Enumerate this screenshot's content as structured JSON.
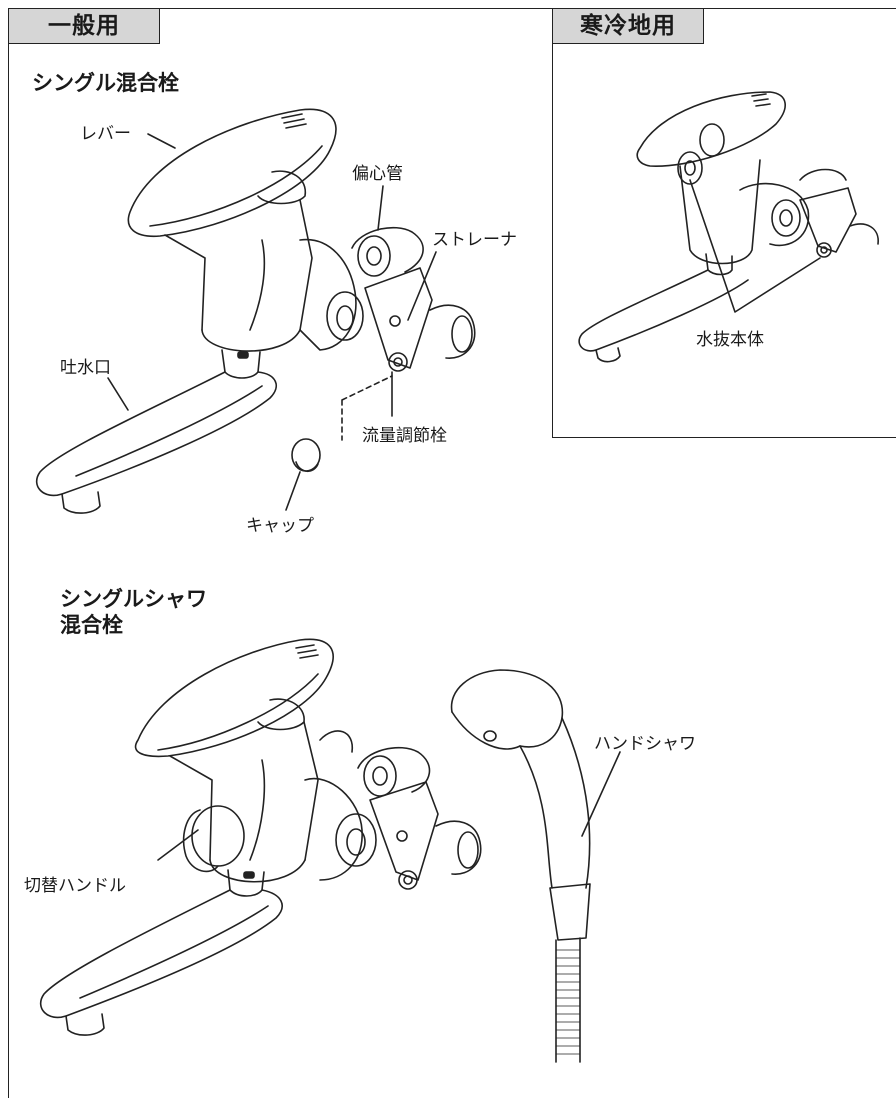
{
  "general": {
    "tab_label": "一般用",
    "faucet1_title": "シングル混合栓",
    "faucet1_labels": {
      "lever": "レバー",
      "eccentric_pipe": "偏心管",
      "strainer": "ストレーナ",
      "spout": "吐水口",
      "flow_valve": "流量調節栓",
      "cap": "キャップ"
    },
    "faucet2_title_line1": "シングルシャワ",
    "faucet2_title_line2": "混合栓",
    "faucet2_labels": {
      "hand_shower": "ハンドシャワ",
      "switch_handle": "切替ハンドル"
    }
  },
  "cold_region": {
    "tab_label": "寒冷地用",
    "labels": {
      "drain_body": "水抜本体"
    }
  }
}
